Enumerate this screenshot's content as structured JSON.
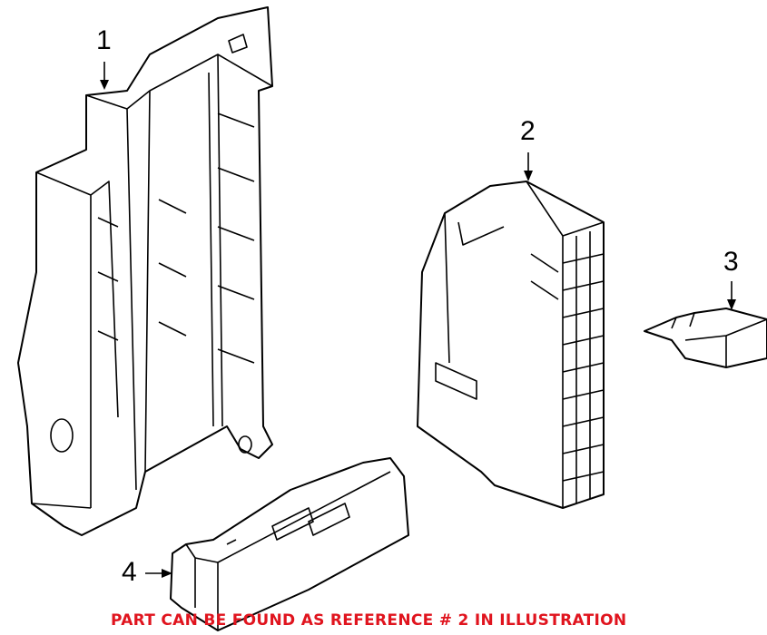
{
  "callouts": {
    "c1": "1",
    "c2": "2",
    "c3": "3",
    "c4": "4"
  },
  "note": "PART CAN BE FOUND AS REFERENCE # 2 IN ILLUSTRATION",
  "colors": {
    "note": "#e0141e",
    "lines": "#000000"
  }
}
